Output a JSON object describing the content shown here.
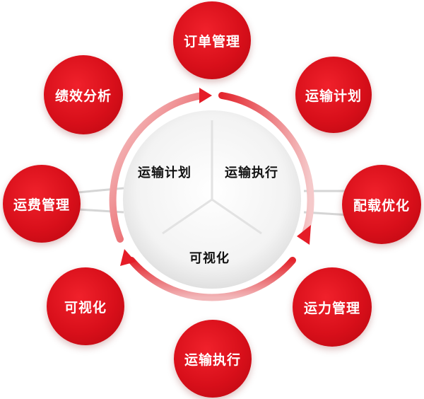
{
  "outer_nodes": [
    {
      "id": "order",
      "label": "订单管理"
    },
    {
      "id": "plan",
      "label": "运输计划"
    },
    {
      "id": "loading",
      "label": "配载优化"
    },
    {
      "id": "capacity",
      "label": "运力管理"
    },
    {
      "id": "execution",
      "label": "运输执行"
    },
    {
      "id": "visual",
      "label": "可视化"
    },
    {
      "id": "freight",
      "label": "运费管理"
    },
    {
      "id": "performance",
      "label": "绩效分析"
    }
  ],
  "center_segments": {
    "left_top": "运输计划",
    "right_top": "运输执行",
    "bottom": "可视化"
  },
  "colors": {
    "node_red": "#d80f1a",
    "ring_red": "#e51c27",
    "text_dark": "#111111"
  }
}
